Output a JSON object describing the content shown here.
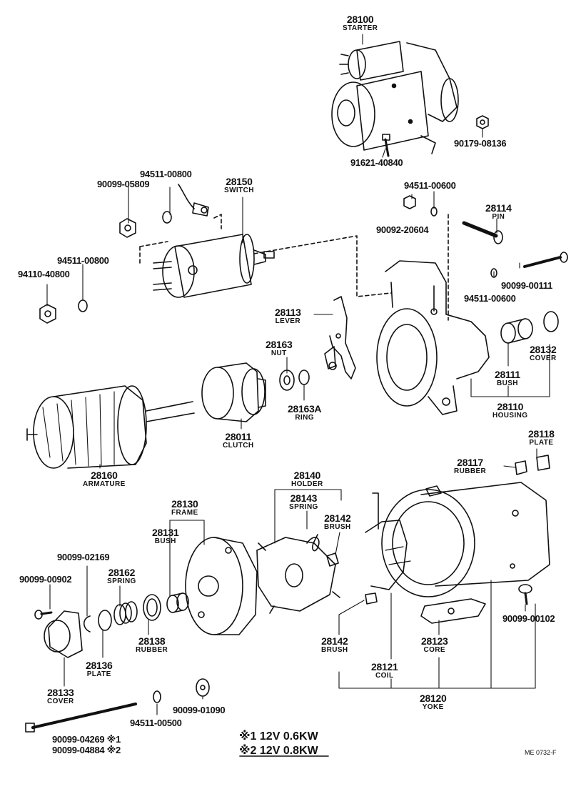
{
  "parts": {
    "p28100": {
      "number": "28100",
      "name": "STARTER"
    },
    "p28150": {
      "number": "28150",
      "name": "SWITCH"
    },
    "p28114": {
      "number": "28114",
      "name": "PIN"
    },
    "p28113": {
      "number": "28113",
      "name": "LEVER"
    },
    "p28163": {
      "number": "28163",
      "name": "NUT"
    },
    "p28163A": {
      "number": "28163A",
      "name": "RING"
    },
    "p28132": {
      "number": "28132",
      "name": "COVER"
    },
    "p28111": {
      "number": "28111",
      "name": "BUSH"
    },
    "p28110": {
      "number": "28110",
      "name": "HOUSING"
    },
    "p28011": {
      "number": "28011",
      "name": "CLUTCH"
    },
    "p28160": {
      "number": "28160",
      "name": "ARMATURE"
    },
    "p28118": {
      "number": "28118",
      "name": "PLATE"
    },
    "p28117": {
      "number": "28117",
      "name": "RUBBER"
    },
    "p28140": {
      "number": "28140",
      "name": "HOLDER"
    },
    "p28143": {
      "number": "28143",
      "name": "SPRING"
    },
    "p28142a": {
      "number": "28142",
      "name": "BRUSH"
    },
    "p28130": {
      "number": "28130",
      "name": "FRAME"
    },
    "p28131": {
      "number": "28131",
      "name": "BUSH"
    },
    "p28162": {
      "number": "28162",
      "name": "SPRING"
    },
    "p28138": {
      "number": "28138",
      "name": "RUBBER"
    },
    "p28136": {
      "number": "28136",
      "name": "PLATE"
    },
    "p28133": {
      "number": "28133",
      "name": "COVER"
    },
    "p28123": {
      "number": "28123",
      "name": "CORE"
    },
    "p28142b": {
      "number": "28142",
      "name": "BRUSH"
    },
    "p28121": {
      "number": "28121",
      "name": "COIL"
    },
    "p28120": {
      "number": "28120",
      "name": "YOKE"
    }
  },
  "part_numbers": {
    "pn91621_40840": "91621-40840",
    "pn90179_08136": "90179-08136",
    "pn94511_00800a": "94511-00800",
    "pn90099_05809": "90099-05809",
    "pn94511_00600a": "94511-00600",
    "pn90092_20604": "90092-20604",
    "pn94511_00800b": "94511-00800",
    "pn94110_40800": "94110-40800",
    "pn90099_00111": "90099-00111",
    "pn94511_00600b": "94511-00600",
    "pn90099_02169": "90099-02169",
    "pn90099_00902": "90099-00902",
    "pn90099_00102": "90099-00102",
    "pn90099_01090": "90099-01090",
    "pn94511_00500": "94511-00500",
    "pn90099_04269": "90099-04269 ※1",
    "pn90099_04884": "90099-04884 ※2"
  },
  "notes": {
    "note1": "※1 12V 0.6KW",
    "note2": "※2 12V 0.8KW"
  },
  "drawing_code": "ME 0732-F"
}
